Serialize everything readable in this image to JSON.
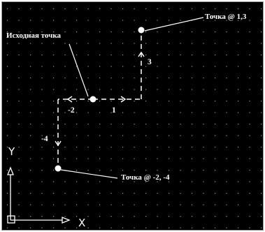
{
  "labels": {
    "start_point": "Исходная точка",
    "point_a": "Точка @ 1,3",
    "point_b": "Точка @ -2, -4",
    "step_right": "1",
    "step_up": "3",
    "step_left": "-2",
    "step_down": "-4"
  },
  "ucs": {
    "x_label": "X",
    "y_label": "Y"
  },
  "colors": {
    "background": "#000000",
    "grid_dot": "#9a9a9a",
    "path": "#ffffff",
    "text": "#ffffff"
  },
  "grid": {
    "visible": true
  }
}
